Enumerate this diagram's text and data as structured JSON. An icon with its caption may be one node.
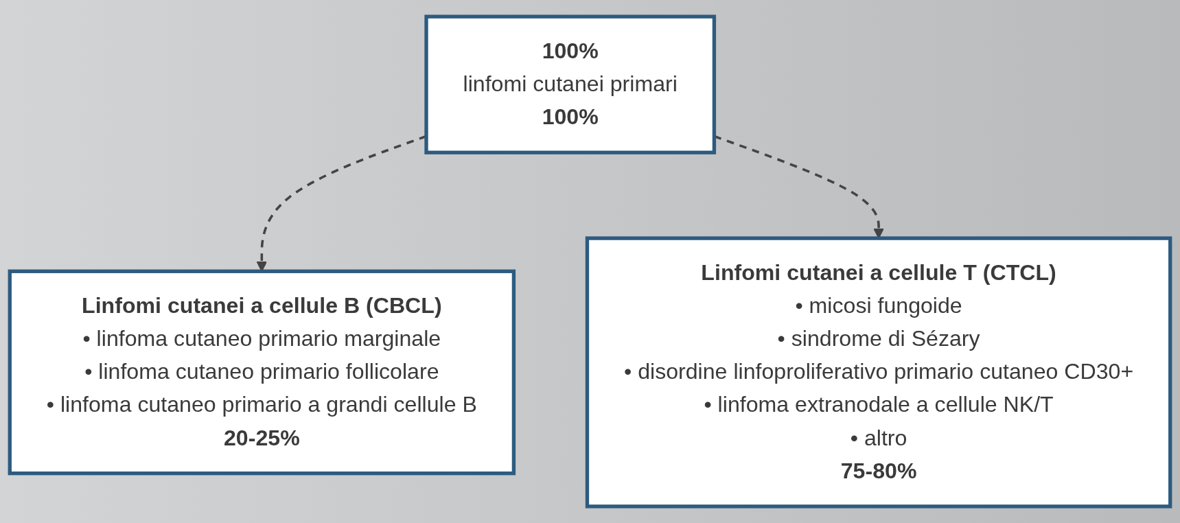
{
  "diagram": {
    "nodes": [
      {
        "text": [
          "100%",
          "linfomi cutanei primari",
          "100%"
        ]
      },
      {
        "text": [
          "Linfomi cutanei a cellule B (CBCL)",
          "• linfoma cutaneo primario marginale",
          "• linfoma cutaneo primario follicolare",
          "• linfoma cutaneo primario a grandi cellule B",
          "20-25%"
        ]
      },
      {
        "text": [
          "Linfomi cutanei a cellule T (CTCL)",
          "• micosi fungoide",
          "• sindrome di Sézary",
          "• disordine linfoproliferativo primario cutaneo CD30+",
          "• linfoma extranodale a cellule NK/T",
          "• altro",
          "75-80%"
        ]
      }
    ],
    "edges": [
      {
        "from": 0,
        "to": 1,
        "arrow": "to",
        "style": "dashed"
      },
      {
        "from": 0,
        "to": 2,
        "arrow": "to",
        "style": "dashed"
      }
    ]
  }
}
